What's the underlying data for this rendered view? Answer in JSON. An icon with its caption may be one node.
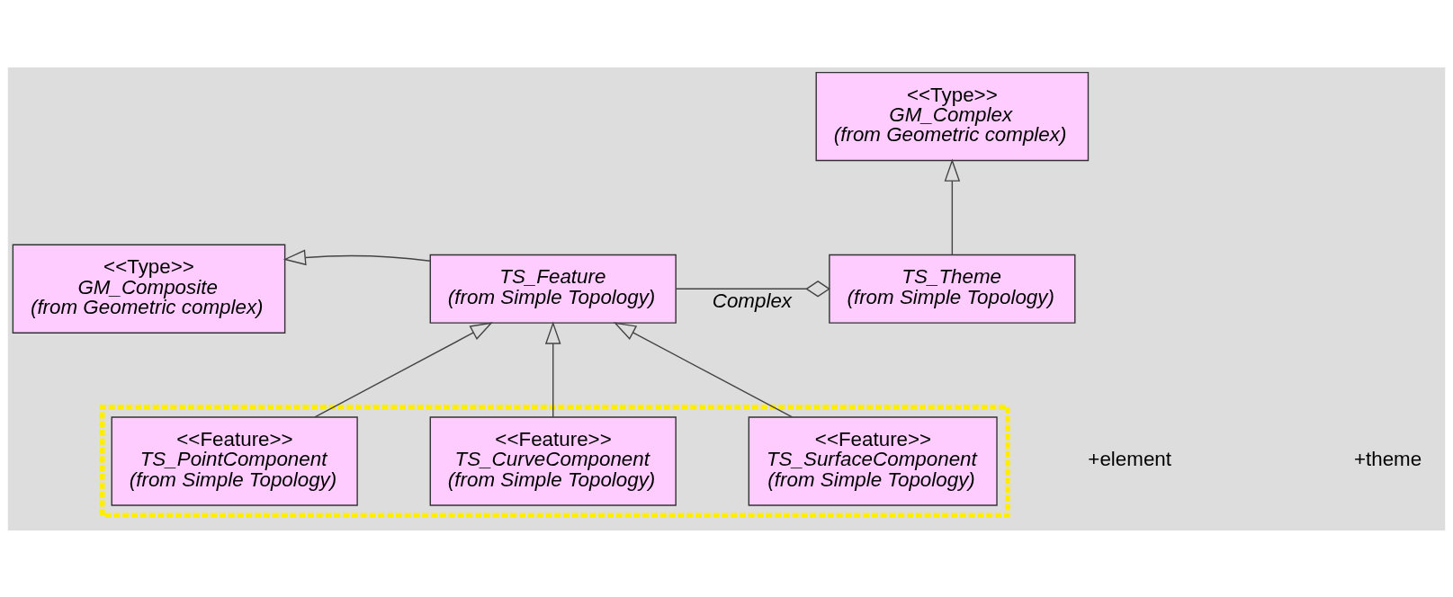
{
  "diagram": {
    "nodes": [
      {
        "text": [
          "<<Type>>",
          "GM_Complex",
          "(from Geometric complex)"
        ]
      },
      {
        "text": [
          "<<Type>>",
          "GM_Composite",
          "(from Geometric complex)"
        ]
      },
      {
        "text": [
          "TS_Feature",
          "(from Simple Topology)"
        ]
      },
      {
        "text": [
          "TS_Theme",
          "(from Simple Topology)"
        ]
      },
      {
        "text": [],
        "shape": "box"
      },
      {
        "text": [
          "<<Feature>>",
          "TS_PointComponent",
          "(from Simple Topology)"
        ],
        "in": 4
      },
      {
        "text": [
          "<<Feature>>",
          "TS_CurveComponent",
          "(from Simple Topology)"
        ],
        "in": 4
      },
      {
        "text": [
          "<<Feature>>",
          "TS_SurfaceComponent",
          "(from Simple Topology)"
        ],
        "in": 4
      }
    ],
    "edges": [
      {
        "from": 3,
        "to": 0,
        "arrow": "to"
      },
      {
        "from": 2,
        "to": 1,
        "arrow": "to"
      },
      {
        "from": 2,
        "to": 3,
        "arrow": "other",
        "label": "Complex"
      },
      {
        "from": 5,
        "to": 2,
        "arrow": "to"
      },
      {
        "from": 6,
        "to": 2,
        "arrow": "to"
      },
      {
        "from": 7,
        "to": 2,
        "arrow": "to"
      }
    ],
    "labels": [
      "+element",
      "+theme"
    ]
  }
}
